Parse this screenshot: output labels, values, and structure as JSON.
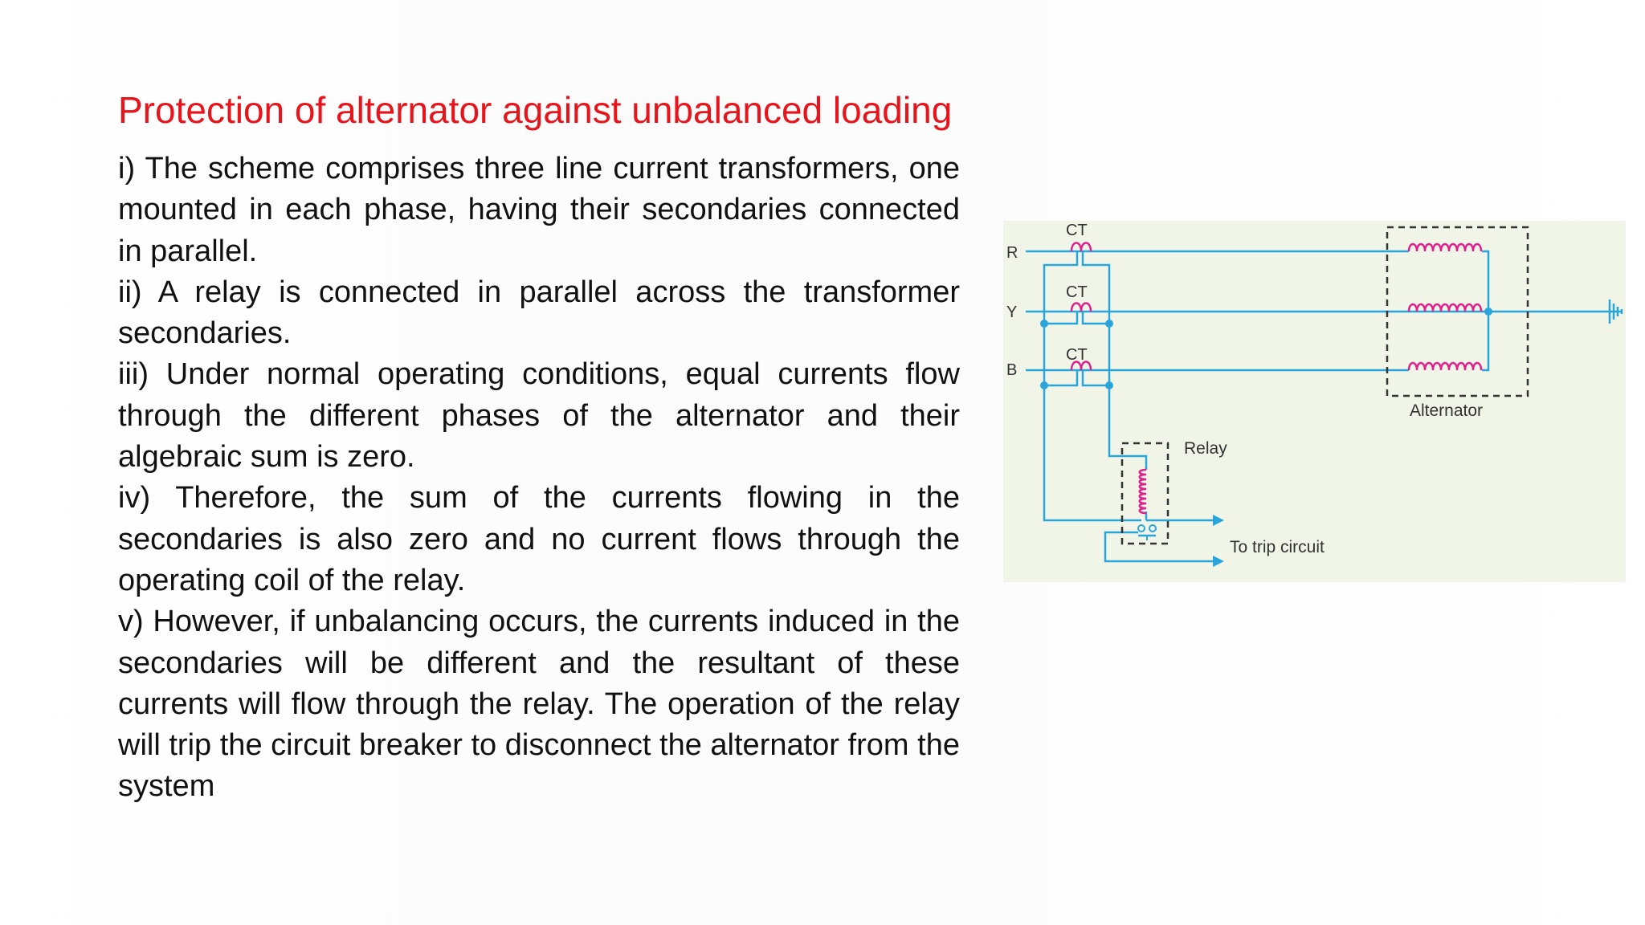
{
  "slide": {
    "title": "Protection of alternator against unbalanced loading",
    "paragraphs": [
      "i) The scheme comprises three line current transformers, one mounted in each phase, having their secondaries connected in parallel.",
      "ii) A relay is connected in parallel across the transformer secondaries.",
      "iii) Under normal operating conditions, equal currents flow through the different phases of the alternator and their algebraic sum is zero.",
      "iv) Therefore, the sum of the currents flowing in the secondaries is also zero and no current flows through the operating coil of the relay.",
      "v) However, if unbalancing occurs, the currents induced in the secondaries will be different and the resultant of these currents will flow through the relay. The operation of the relay will trip the circuit breaker to disconnect the alternator from the system"
    ]
  },
  "diagram": {
    "phase_labels": {
      "r": "R",
      "y": "Y",
      "b": "B"
    },
    "ct_label": "CT",
    "relay_label": "Relay",
    "alternator_label": "Alternator",
    "trip_label": "To trip circuit",
    "colors": {
      "wire": "#2aa5dc",
      "coil": "#e0208c",
      "box": "#333333",
      "background": "#f1f5e7",
      "title": "#e8141b"
    }
  }
}
